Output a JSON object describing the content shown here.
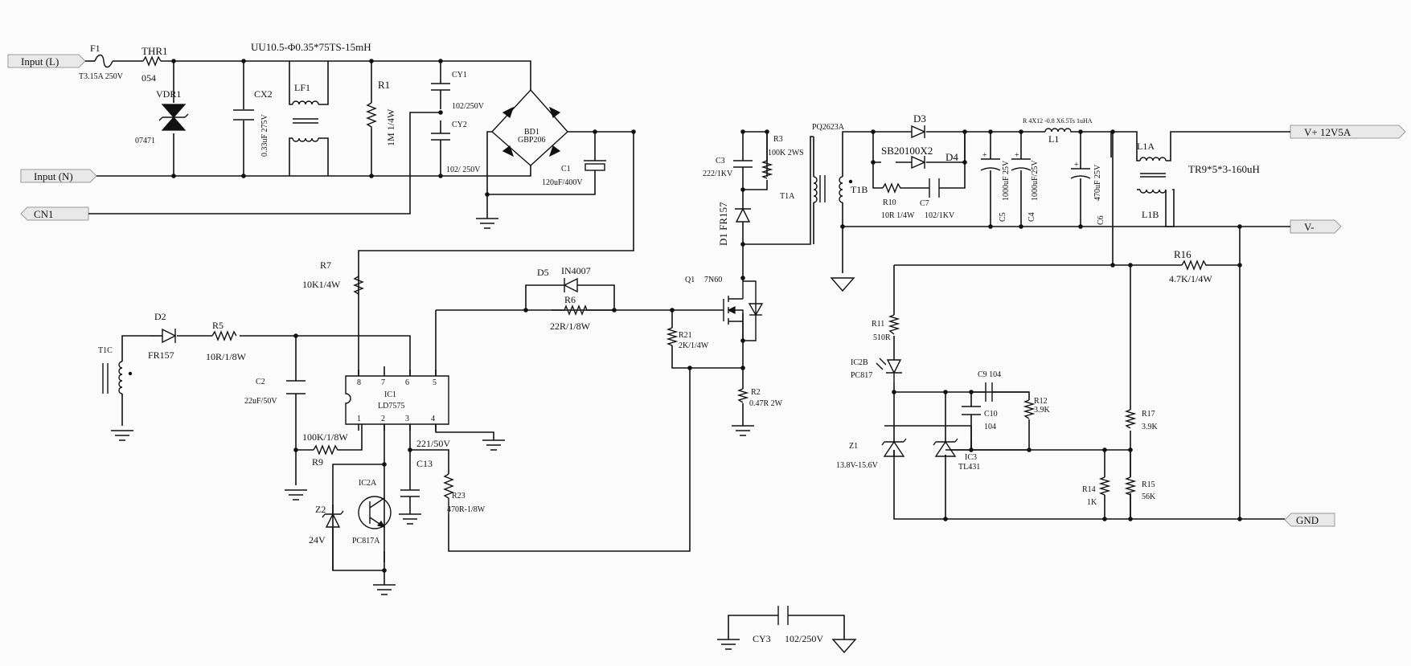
{
  "connectors": {
    "input_l": "Input  (L)",
    "input_n": "Input  (N)",
    "cn1": "CN1",
    "vplus": "V+    12V5A",
    "vminus": "V-",
    "gnd": "GND"
  },
  "labels": {
    "f1": "F1",
    "f1_val": "T3.15A  250V",
    "thr1": "THR1",
    "thr1_val": "054",
    "vdr1": "VDR1",
    "vdr1_val": "07471",
    "lf1_spec": "UU10.5-Φ0.35*75TS-15mH",
    "cx2": "CX2",
    "cx2_val": "0.33uF 275V",
    "lf1": "LF1",
    "r1": "R1",
    "r1_val": "1M 1/4W",
    "cy1": "CY1",
    "cy1_val": "102/250V",
    "cy2": "CY2",
    "cy2_val": "102/ 250V",
    "bd1": "BD1",
    "bd1_val": "GBP206",
    "c1": "C1",
    "c1_val": "120uF/400V",
    "c3": "C3",
    "c3_val": "222/1KV",
    "r3": "R3",
    "r3_val": "100K 2WS",
    "d1": "D1  FR157",
    "t1a": "T1A",
    "t1_spec": "PQ2623A",
    "t1b": "T1B",
    "d3": "D3",
    "d3_val": "SB20100X2",
    "d4": "D4",
    "r10": "R10",
    "r10_val": "10R 1/4W",
    "c7": "C7",
    "c7_val": "102/1KV",
    "c5": "C5",
    "c5_val": "1000uF 25V",
    "c4": "C4",
    "c4_val": "1000uF/25V",
    "l1_spec": "R 4X12 -0.8 X6.5Ts 1uHA",
    "l1": "L1",
    "c6": "C6",
    "c6_val": "470uF 25V",
    "l1a": "L1A",
    "l1b": "L1B",
    "l1a_val": "TR9*5*3-160uH",
    "r7": "R7",
    "r7_val": "10K1/4W",
    "d5": "D5",
    "d5_val": "IN4007",
    "r6": "R6",
    "r6_val": "22R/1/8W",
    "q1": "Q1",
    "q1_val": "7N60",
    "r21": "R21",
    "r21_val": "2K/1/4W",
    "r2": "R2",
    "r2_val": "0.47R 2W",
    "t1c": "T1C",
    "d2": "D2",
    "d2_val": "FR157",
    "r5": "R5",
    "r5_val": "10R/1/8W",
    "c2": "C2",
    "c2_val": "22uF/50V",
    "ic1": "IC1",
    "ic1_val": "LD7575",
    "pin8": "8",
    "pin7": "7",
    "pin6": "6",
    "pin5": "5",
    "pin1": "1",
    "pin2": "2",
    "pin3": "3",
    "pin4": "4",
    "r9_val": "100K/1/8W",
    "r9": "R9",
    "c13_val": "221/50V",
    "c13": "C13",
    "r23": "R23",
    "r23_val": "470R-1/8W",
    "ic2a": "IC2A",
    "ic2a_val": "PC817A",
    "z2": "Z2",
    "z2_val": "24V",
    "r16": "R16",
    "r16_val": "4.7K/1/4W",
    "r11": "R11",
    "r11_val": "510R",
    "ic2b": "IC2B",
    "ic2b_val": "PC817",
    "c9": "C9 104",
    "r12": "R12",
    "r12_val": "3.9K",
    "c10": "C10",
    "c10_val": "104",
    "z1": "Z1",
    "z1_val": "13.8V-15.6V",
    "ic3": "IC3",
    "ic3_val": "TL431",
    "r17": "R17",
    "r17_val": "3.9K",
    "r14": "R14",
    "r14_val": "1K",
    "r15": "R15",
    "r15_val": "56K",
    "cy3": "CY3",
    "cy3_val": "102/250V"
  }
}
